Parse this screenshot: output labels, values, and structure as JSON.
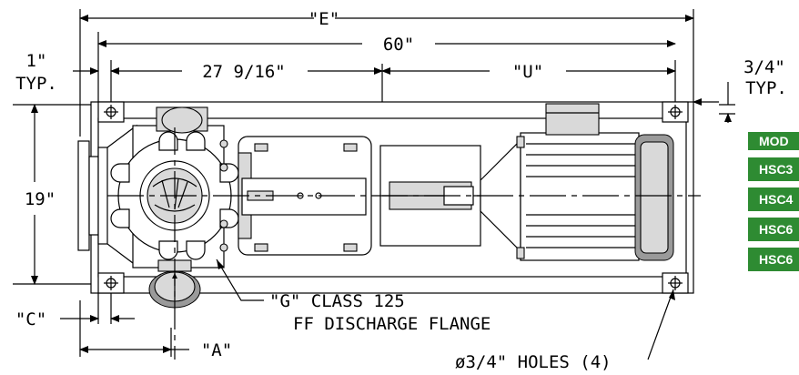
{
  "dimensions": {
    "overall_length": "\"E\"",
    "rail_length": "60\"",
    "pump_to_coupling": "27 9/16\"",
    "motor_span": "\"U\"",
    "height": "19\"",
    "edge_offset_left_value": "1\"",
    "edge_offset_left_note": "TYP.",
    "edge_offset_right_value": "3/4\"",
    "edge_offset_right_note": "TYP.",
    "suction_offset": "\"C\"",
    "discharge_offset": "\"A\""
  },
  "callouts": {
    "flange_line1": "\"G\" CLASS 125",
    "flange_line2": "FF DISCHARGE FLANGE",
    "holes": "ø3/4\" HOLES (4)"
  },
  "model_table": {
    "header": "MOD",
    "rows": [
      "HSC3",
      "HSC4",
      "HSC6",
      "HSC6"
    ]
  },
  "colors": {
    "table_green": "#2e8b32"
  }
}
